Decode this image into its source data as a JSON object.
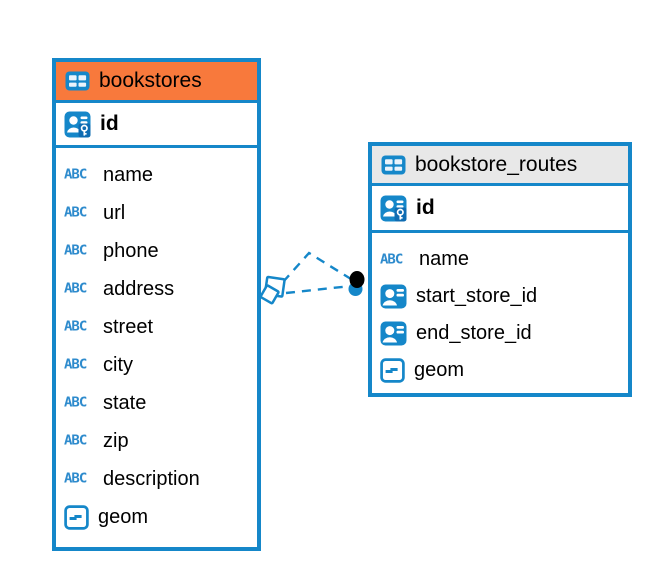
{
  "colors": {
    "accent_blue": "#1587c9",
    "abc_blue": "#2e8bcd",
    "bookstores_header_orange": "#f8793c",
    "routes_header_gray": "#e8e8e8",
    "connector_dot_black": "#000000",
    "table_background": "#ffffff",
    "text": "#000000"
  },
  "icons": {
    "abc_text": "ABC"
  },
  "tables": [
    {
      "name": "bookstores",
      "header_style": "orange",
      "primary_key": {
        "name": "id",
        "icon": "person-key-icon"
      },
      "columns": [
        {
          "name": "name",
          "icon": "text-abc-icon"
        },
        {
          "name": "url",
          "icon": "text-abc-icon"
        },
        {
          "name": "phone",
          "icon": "text-abc-icon"
        },
        {
          "name": "address",
          "icon": "text-abc-icon"
        },
        {
          "name": "street",
          "icon": "text-abc-icon"
        },
        {
          "name": "city",
          "icon": "text-abc-icon"
        },
        {
          "name": "state",
          "icon": "text-abc-icon"
        },
        {
          "name": "zip",
          "icon": "text-abc-icon"
        },
        {
          "name": "description",
          "icon": "text-abc-icon"
        },
        {
          "name": "geom",
          "icon": "geometry-icon"
        }
      ]
    },
    {
      "name": "bookstore_routes",
      "header_style": "gray",
      "primary_key": {
        "name": "id",
        "icon": "person-key-icon"
      },
      "columns": [
        {
          "name": "name",
          "icon": "text-abc-icon"
        },
        {
          "name": "start_store_id",
          "icon": "person-ref-icon"
        },
        {
          "name": "end_store_id",
          "icon": "person-ref-icon"
        },
        {
          "name": "geom",
          "icon": "geometry-icon"
        }
      ]
    }
  ],
  "relation": {
    "from": "bookstores",
    "to": "bookstore_routes",
    "line_style": "dashed",
    "from_marker": "stacked-squares",
    "to_marker": "black-dot"
  }
}
